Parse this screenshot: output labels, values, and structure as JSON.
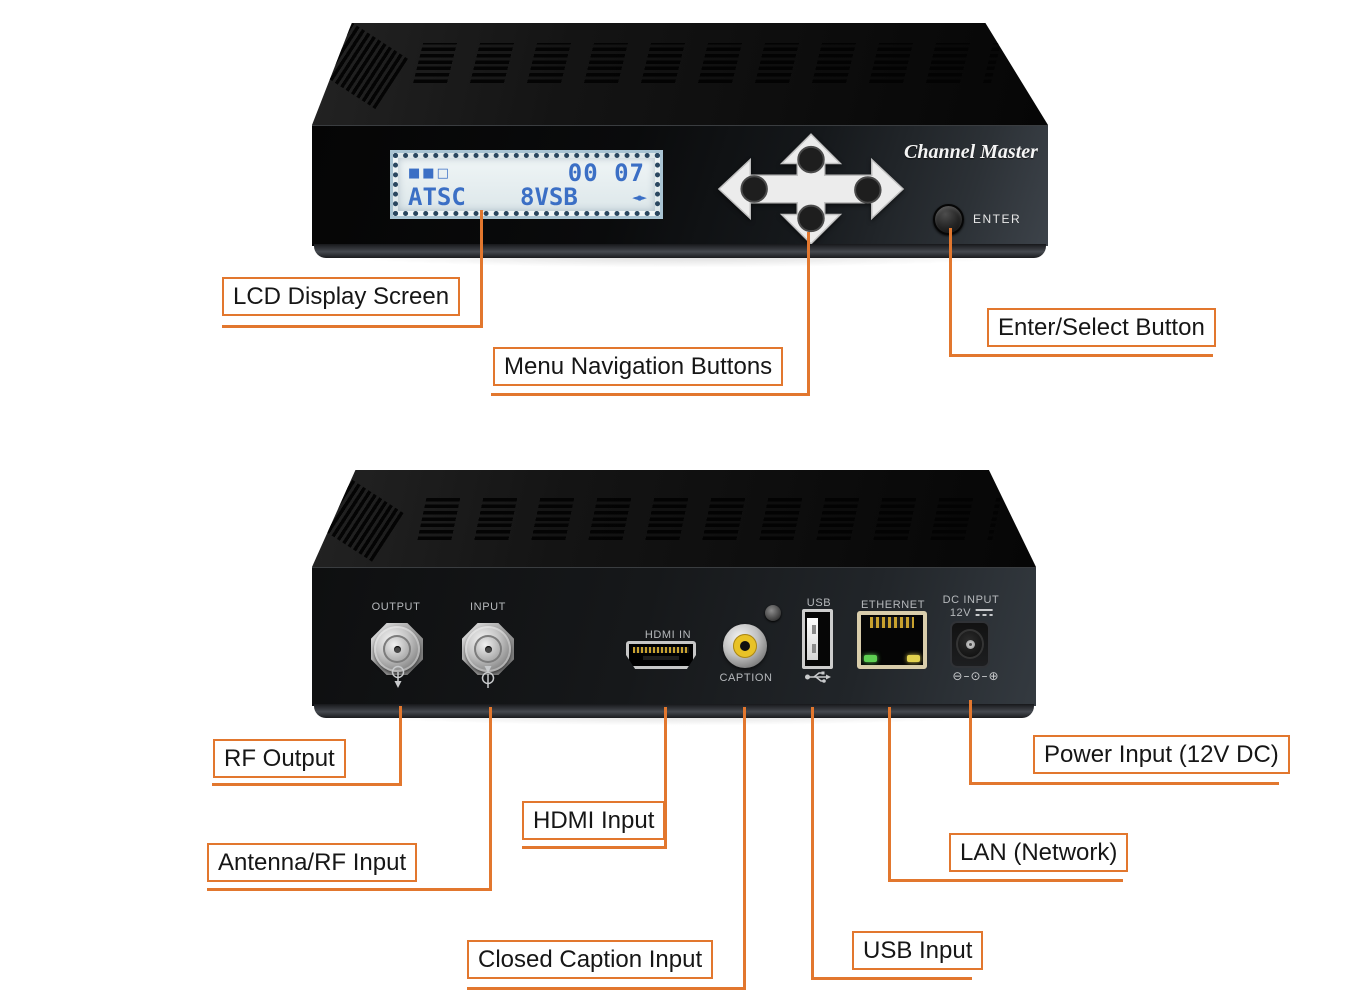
{
  "colors": {
    "accent": "#e2772e",
    "lcd_text": "#3b6fc5",
    "lcd_bg": "#e4edf0"
  },
  "front_device": {
    "brand": "Channel Master",
    "enter_label": "ENTER",
    "lcd": {
      "signal_icon": "■■□",
      "channel": "00 07",
      "standard": "ATSC",
      "modulation": "8VSB",
      "volume_icon": "◄►"
    },
    "callouts": {
      "lcd": "LCD Display Screen",
      "menu": "Menu Navigation Buttons",
      "enter": "Enter/Select Button"
    }
  },
  "back_device": {
    "ports": {
      "output": "OUTPUT",
      "input": "INPUT",
      "hdmi": "HDMI IN",
      "caption": "CAPTION",
      "usb": "USB",
      "ethernet": "ETHERNET",
      "dc": "DC INPUT",
      "dc_voltage": "12V",
      "polarity": "⊖–⊙–⊕"
    },
    "callouts": {
      "rf_output": "RF Output",
      "antenna": "Antenna/RF Input",
      "hdmi": "HDMI Input",
      "caption": "Closed Caption Input",
      "usb": "USB Input",
      "lan": "LAN (Network)",
      "power": "Power Input (12V DC)"
    }
  }
}
